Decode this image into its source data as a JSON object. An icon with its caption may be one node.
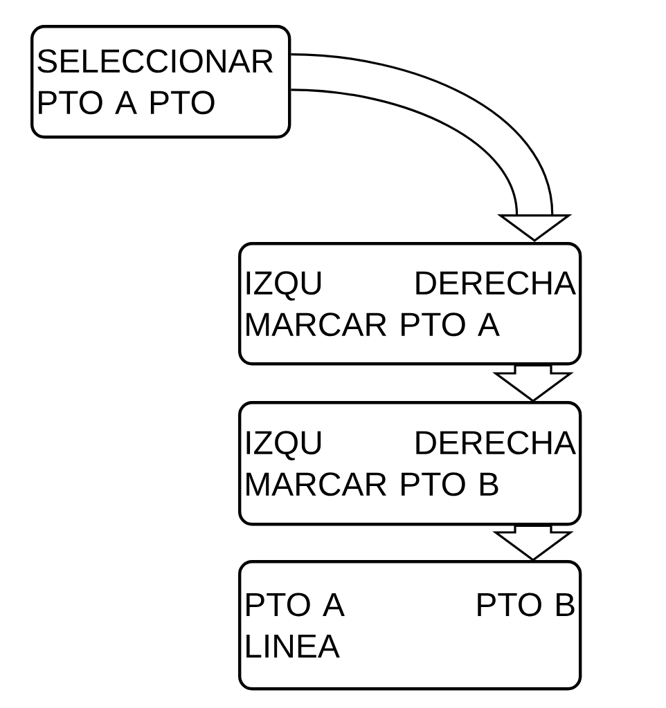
{
  "diagram": {
    "nodes": [
      {
        "text": [
          "SELECCIONAR PTO A PTO"
        ]
      },
      {
        "text": [
          "IZQU",
          "DERECHA",
          "MARCAR PTO A"
        ]
      },
      {
        "text": [
          "IZQU",
          "DERECHA",
          "MARCAR PTO B"
        ]
      },
      {
        "text": [
          "PTO A",
          "PTO B",
          "LINEA"
        ]
      }
    ],
    "edges": [
      {
        "from": 0,
        "to": 1,
        "arrow": "to"
      },
      {
        "from": 1,
        "to": 2,
        "arrow": "to"
      },
      {
        "from": 2,
        "to": 3,
        "arrow": "to"
      }
    ]
  }
}
